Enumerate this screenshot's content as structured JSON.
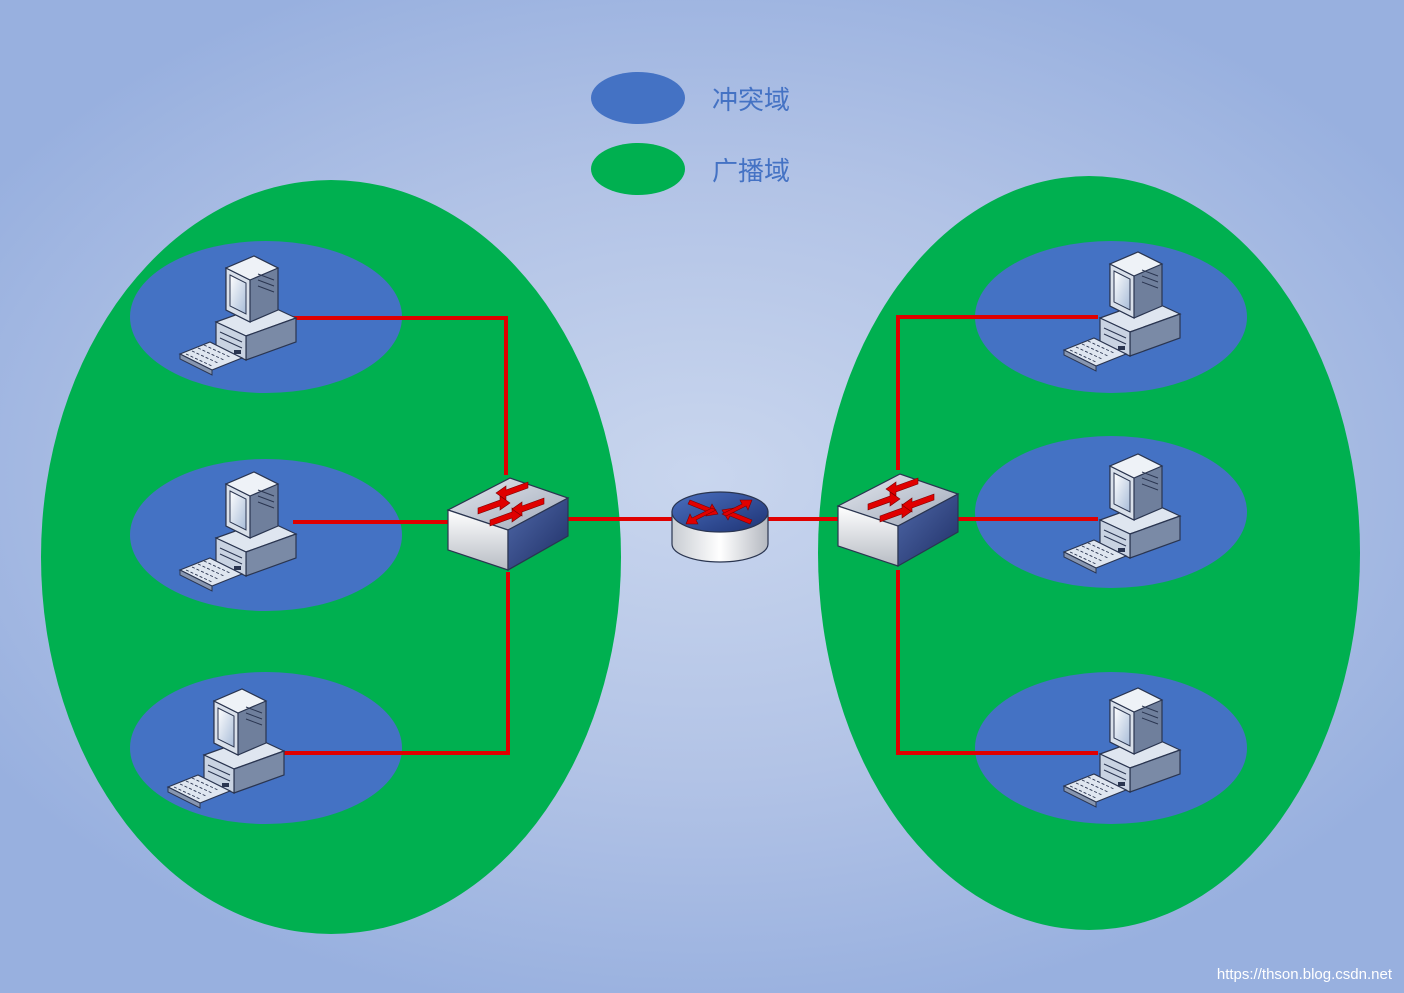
{
  "legend": {
    "collision_domain_label": "冲突域",
    "broadcast_domain_label": "广播域"
  },
  "colors": {
    "collision_domain": "#4472c4",
    "broadcast_domain": "#00b050",
    "link": "#e00000",
    "legend_text": "#4472c4"
  },
  "watermark": "https://thson.blog.csdn.net",
  "icons": [
    "computer-icon",
    "switch-icon",
    "router-icon"
  ]
}
